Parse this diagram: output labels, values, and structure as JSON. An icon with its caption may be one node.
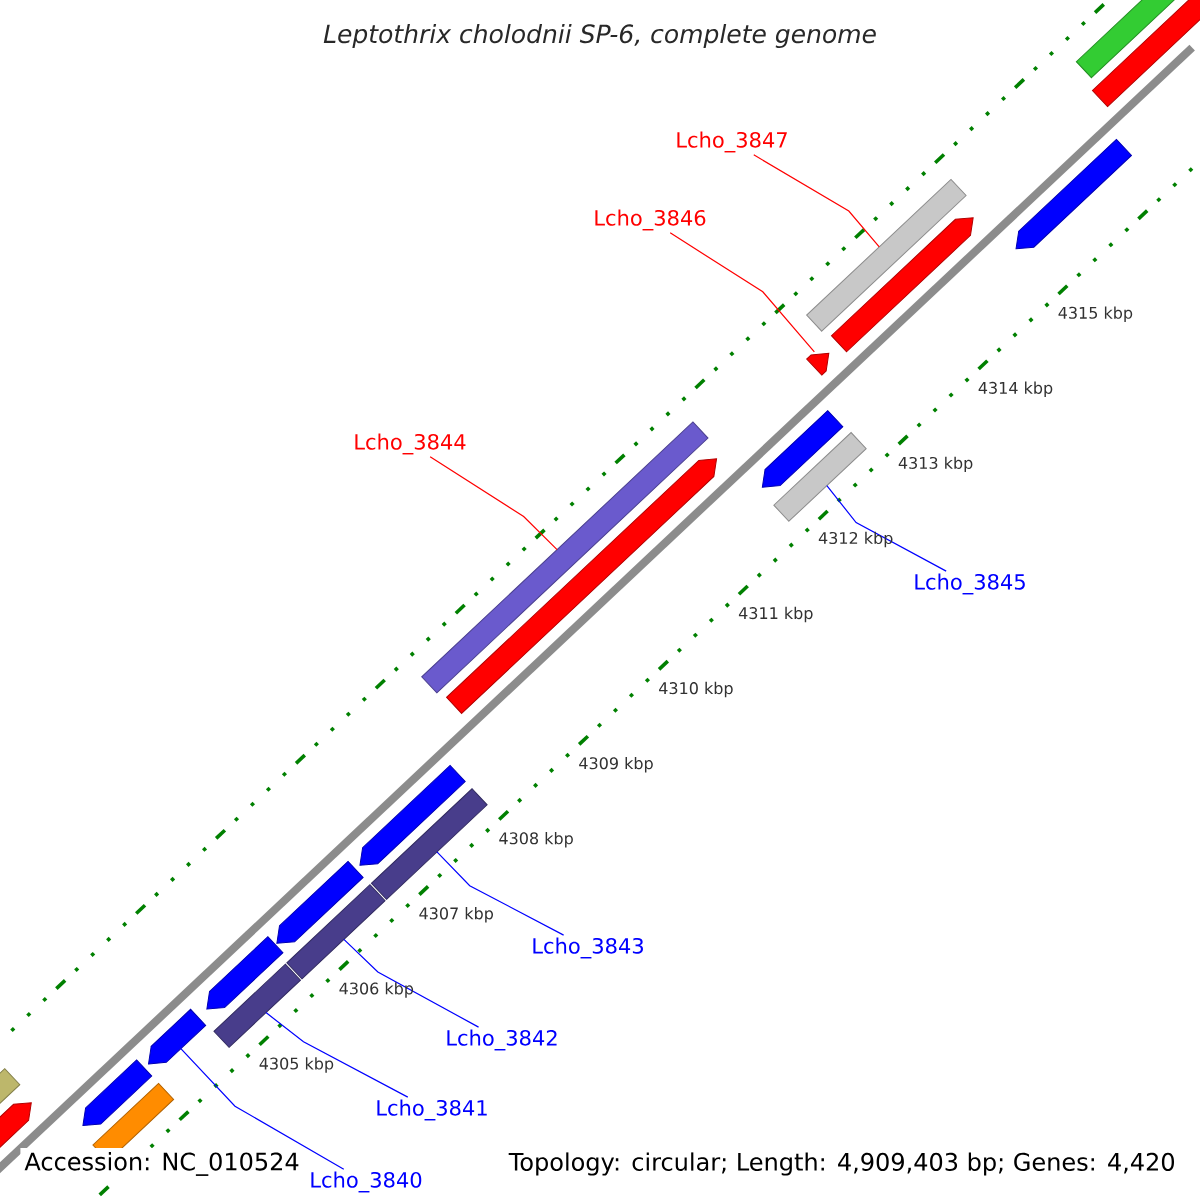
{
  "diagram": {
    "title": "Leptothrix cholodnii SP-6, complete genome",
    "nodes": [
      {
        "text": [
          "Lcho_3847"
        ]
      },
      {
        "text": [
          "Lcho_3846"
        ]
      },
      {
        "text": [
          "Lcho_3844"
        ]
      },
      {
        "text": [
          "Lcho_3845"
        ]
      },
      {
        "text": [
          "Lcho_3843"
        ]
      },
      {
        "text": [
          "Lcho_3842"
        ]
      },
      {
        "text": [
          "Lcho_3841"
        ]
      },
      {
        "text": [
          "Lcho_3840"
        ]
      },
      {
        "text": [],
        "shape": "arrow"
      },
      {
        "text": [],
        "shape": "bar"
      },
      {
        "text": [],
        "shape": "bar"
      },
      {
        "text": [],
        "shape": "bar"
      },
      {
        "text": [],
        "shape": "bar"
      },
      {
        "text": [],
        "shape": "bar"
      },
      {
        "text": [],
        "shape": "arrow"
      },
      {
        "text": [],
        "shape": "bar"
      }
    ],
    "edges": [
      {
        "from": 0,
        "to": 15,
        "arrow": "none",
        "color": "#ff0000"
      },
      {
        "from": 1,
        "to": 14,
        "arrow": "none",
        "color": "#ff0000"
      },
      {
        "from": 2,
        "to": 12,
        "arrow": "none",
        "color": "#ff0000"
      },
      {
        "from": 3,
        "to": 13,
        "arrow": "none"
      },
      {
        "from": 4,
        "to": 11,
        "arrow": "none"
      },
      {
        "from": 5,
        "to": 10,
        "arrow": "none"
      },
      {
        "from": 6,
        "to": 9,
        "arrow": "none"
      },
      {
        "from": 7,
        "to": 8,
        "arrow": "none"
      }
    ],
    "labels": [
      "4315 kbp",
      "4314 kbp",
      "4313 kbp",
      "4312 kbp",
      "4311 kbp",
      "4310 kbp",
      "4309 kbp",
      "4308 kbp",
      "4307 kbp",
      "4306 kbp",
      "4305 kbp",
      "Accession: NC_010524",
      "Topology: circular; Length: 4,909,403 bp; Genes: 4,420"
    ]
  }
}
